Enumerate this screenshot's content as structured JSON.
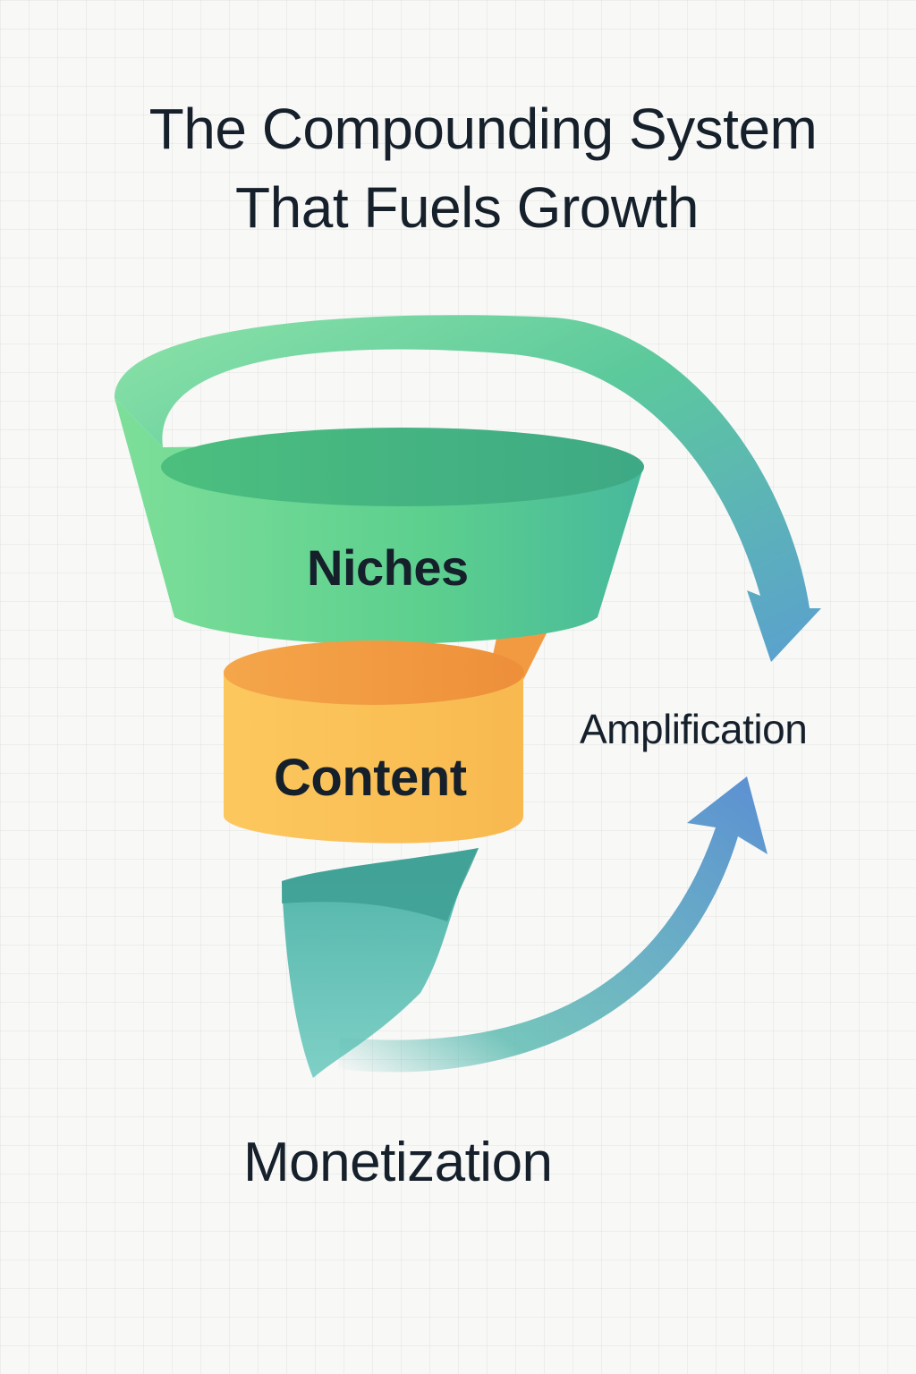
{
  "title": {
    "line1": "The Compounding System",
    "line2": "That Fuels Growth"
  },
  "stages": {
    "niches": "Niches",
    "content": "Content",
    "amplification": "Amplification",
    "monetization": "Monetization"
  },
  "colors": {
    "background": "#f8f8f7",
    "text": "#15202b",
    "niches_green": "#5fd393",
    "content_yellow": "#fbc55a",
    "content_orange": "#f29a42",
    "monetization_teal": "#5fbcb2",
    "arrow_blue": "#5b93cf"
  }
}
